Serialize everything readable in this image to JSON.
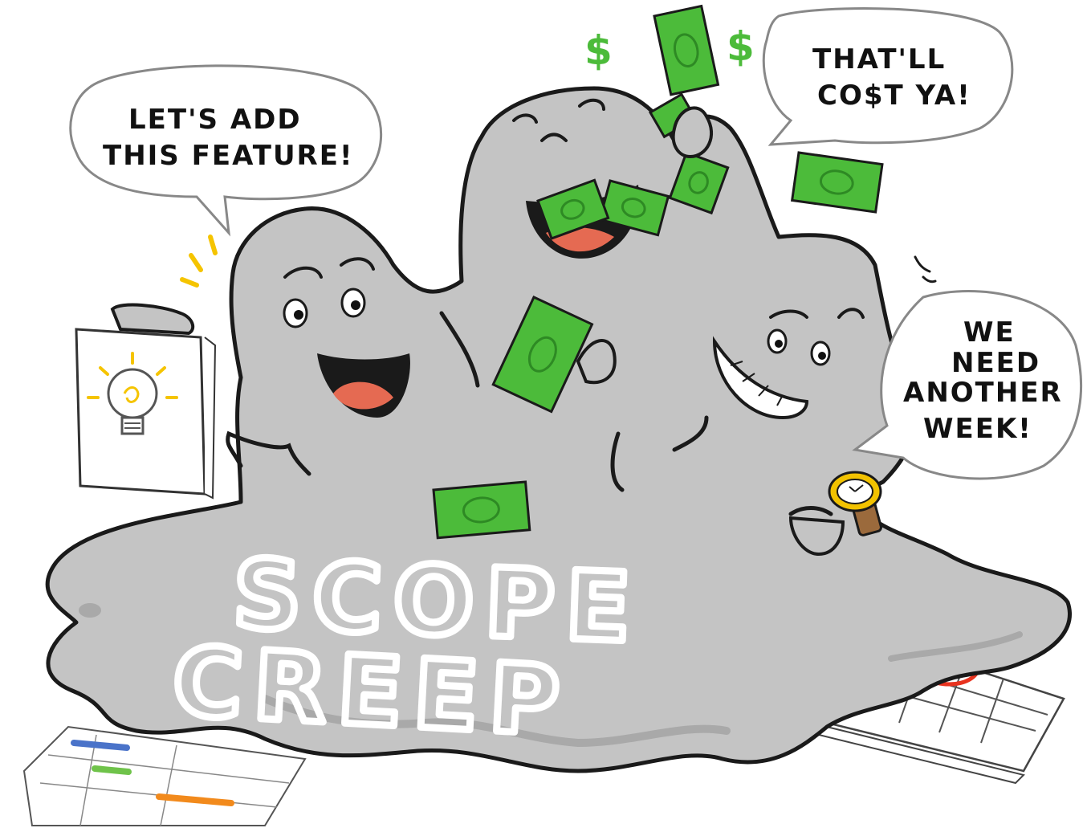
{
  "bubbles": {
    "left": {
      "line1": "LET'S ADD",
      "line2": "THIS FEATURE!"
    },
    "top_right": {
      "line1": "THAT'LL",
      "line2": "CO$T YA!"
    },
    "right": {
      "line1": "WE",
      "line2": "NEED",
      "line3": "ANOTHER",
      "line4": "WEEK!"
    }
  },
  "blob_title": {
    "line1": "SCOPE",
    "line2": "CREEP"
  },
  "money_symbol": "$",
  "colors": {
    "blob_fill": "#c4c4c4",
    "blob_shadow": "#a9a9a9",
    "outline": "#1a1a1a",
    "mouth": "#e56a52",
    "money": "#4cbb3a",
    "money_dark": "#2e8a24",
    "bulb_yellow": "#f5c400",
    "calendar_circle": "#e8331f",
    "watch_gold": "#f2c200",
    "watch_strap": "#9b6a3c"
  },
  "icons": [
    "lightbulb-icon",
    "dollar-sign-icon",
    "wristwatch-icon",
    "calendar-icon",
    "gantt-chart-icon",
    "money-bill-icon"
  ]
}
